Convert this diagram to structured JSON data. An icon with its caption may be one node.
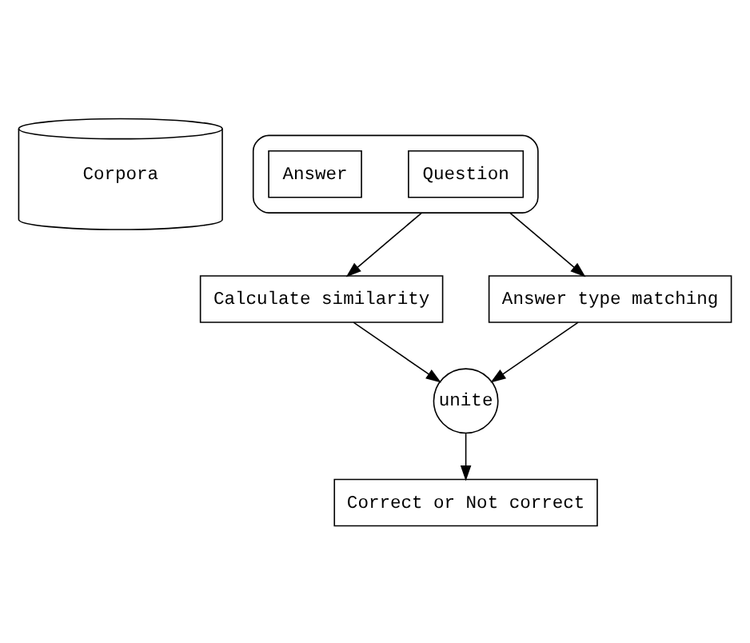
{
  "diagram": {
    "nodes": [
      {
        "text": [
          "Corpora"
        ]
      },
      {
        "text": [],
        "shape": "box"
      },
      {
        "text": [
          "Question"
        ],
        "in": 1
      },
      {
        "text": [
          "Answer"
        ],
        "in": 1
      },
      {
        "text": [
          "Calculate similarity"
        ]
      },
      {
        "text": [
          "Answer type matching"
        ]
      },
      {
        "text": [
          "unite"
        ]
      },
      {
        "text": [
          "Correct or Not correct"
        ]
      }
    ],
    "edges": [
      {
        "from": 1,
        "to": 4,
        "arrow": "to"
      },
      {
        "from": 1,
        "to": 5,
        "arrow": "to"
      },
      {
        "from": 4,
        "to": 6,
        "arrow": "to"
      },
      {
        "from": 5,
        "to": 6,
        "arrow": "to"
      },
      {
        "from": 6,
        "to": 7,
        "arrow": "to"
      }
    ]
  }
}
